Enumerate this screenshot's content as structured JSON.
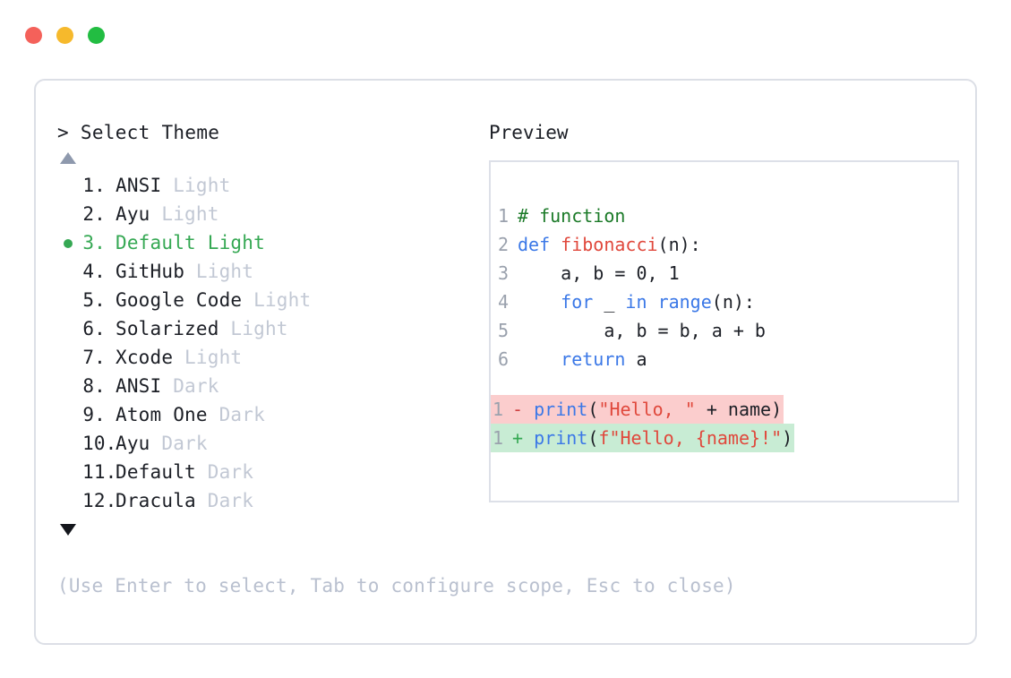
{
  "window": {
    "traffic_lights": [
      {
        "name": "close",
        "color": "#f4615a"
      },
      {
        "name": "minimize",
        "color": "#f6b92c"
      },
      {
        "name": "maximize",
        "color": "#22bd42"
      }
    ]
  },
  "selector": {
    "prompt": "> Select Theme",
    "scroll_up_icon": "triangle-up-icon",
    "scroll_down_icon": "triangle-down-icon",
    "selected_index": 3,
    "selected_color": "#35a853",
    "variant_color": "#c2c8d4",
    "items": [
      {
        "index": "1.",
        "name": "ANSI",
        "variant": " Light",
        "selected": false
      },
      {
        "index": "2.",
        "name": "Ayu",
        "variant": " Light",
        "selected": false
      },
      {
        "index": "3.",
        "name": "Default",
        "variant": " Light",
        "selected": true
      },
      {
        "index": "4.",
        "name": "GitHub",
        "variant": " Light",
        "selected": false
      },
      {
        "index": "5.",
        "name": "Google Code",
        "variant": " Light",
        "selected": false
      },
      {
        "index": "6.",
        "name": "Solarized",
        "variant": " Light",
        "selected": false
      },
      {
        "index": "7.",
        "name": "Xcode",
        "variant": " Light",
        "selected": false
      },
      {
        "index": "8.",
        "name": "ANSI",
        "variant": " Dark",
        "selected": false
      },
      {
        "index": "9.",
        "name": "Atom One",
        "variant": " Dark",
        "selected": false
      },
      {
        "index": "10.",
        "name": "Ayu",
        "variant": " Dark",
        "selected": false
      },
      {
        "index": "11.",
        "name": "Default",
        "variant": " Dark",
        "selected": false
      },
      {
        "index": "12.",
        "name": "Dracula",
        "variant": " Dark",
        "selected": false
      }
    ],
    "hint": "(Use Enter to select, Tab to configure scope, Esc to close)"
  },
  "preview": {
    "title": "Preview",
    "code_lines": [
      {
        "no": "1",
        "tokens": [
          {
            "t": "# function",
            "c": "tok-comment"
          }
        ]
      },
      {
        "no": "2",
        "tokens": [
          {
            "t": "def ",
            "c": "tok-keyword"
          },
          {
            "t": "fibonacci",
            "c": "tok-func"
          },
          {
            "t": "(n):",
            "c": "tok-plain"
          }
        ]
      },
      {
        "no": "3",
        "tokens": [
          {
            "t": "    a, b = 0, 1",
            "c": "tok-plain"
          }
        ]
      },
      {
        "no": "4",
        "tokens": [
          {
            "t": "    ",
            "c": "tok-plain"
          },
          {
            "t": "for",
            "c": "tok-keyword"
          },
          {
            "t": " _ ",
            "c": "tok-plain"
          },
          {
            "t": "in",
            "c": "tok-keyword"
          },
          {
            "t": " ",
            "c": "tok-plain"
          },
          {
            "t": "range",
            "c": "tok-builtin"
          },
          {
            "t": "(n):",
            "c": "tok-plain"
          }
        ]
      },
      {
        "no": "5",
        "tokens": [
          {
            "t": "        a, b = b, a + b",
            "c": "tok-plain"
          }
        ]
      },
      {
        "no": "6",
        "tokens": [
          {
            "t": "    ",
            "c": "tok-plain"
          },
          {
            "t": "return",
            "c": "tok-keyword"
          },
          {
            "t": " a",
            "c": "tok-plain"
          }
        ]
      }
    ],
    "diff_lines": [
      {
        "no": "1",
        "kind": "removed",
        "sign": "-",
        "tokens": [
          {
            "t": "print",
            "c": "tok-builtin"
          },
          {
            "t": "(",
            "c": "tok-plain"
          },
          {
            "t": "\"Hello, \"",
            "c": "tok-string"
          },
          {
            "t": " + name)",
            "c": "tok-plain"
          }
        ]
      },
      {
        "no": "1",
        "kind": "added",
        "sign": "+",
        "tokens": [
          {
            "t": "print",
            "c": "tok-builtin"
          },
          {
            "t": "(",
            "c": "tok-plain"
          },
          {
            "t": "f\"Hello, ",
            "c": "tok-string"
          },
          {
            "t": "{name}",
            "c": "tok-string"
          },
          {
            "t": "!\"",
            "c": "tok-string"
          },
          {
            "t": ")",
            "c": "tok-plain"
          }
        ]
      }
    ],
    "diff_removed_bg": "#fbcdcd",
    "diff_added_bg": "#c8ecd4"
  }
}
